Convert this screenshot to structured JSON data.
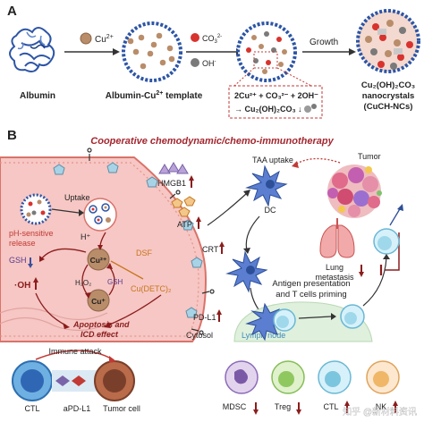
{
  "panelA": {
    "label": "A",
    "albumin": "Albumin",
    "cu": "Cu",
    "cu_sup": "2+",
    "template_prefix": "Albumin-Cu",
    "template_sup": "2+",
    "template_suffix": " template",
    "co3": "CO",
    "co3_sub": "3",
    "co3_sup": "2-",
    "oh": "OH",
    "oh_sup": "-",
    "growth": "Growth",
    "eq_line1": "2Cu²⁺ + CO₃²⁻ + 2OH⁻",
    "eq_line2": "→ Cu₂(OH)₂CO₃ ↓",
    "product_line1": "Cu₂(OH)₂CO₃",
    "product_line2": "nanocrystals",
    "product_line3": "(CuCH-NCs)"
  },
  "panelB": {
    "label": "B",
    "title": "Cooperative chemodynamic/chemo-immunotherapy",
    "uptake": "Uptake",
    "h_plus": "H⁺",
    "ph_release_1": "pH-sensitive",
    "ph_release_2": "release",
    "gsh": "GSH",
    "oh_radical": "·OH",
    "cu2": "Cu²⁺",
    "cu1": "Cu⁺",
    "h2o2": "H₂O₂",
    "gsh2": "GSH",
    "dsf": "DSF",
    "cudetc": "Cu(DETC)₂",
    "apoptosis_1": "Apoptosis and",
    "apoptosis_2": "ICD effect",
    "hmgb1": "HMGB1",
    "atp": "ATP",
    "crt": "CRT",
    "pdl1": "PD-L1",
    "cytosol": "Cytosol",
    "taa_uptake": "TAA uptake",
    "dc": "DC",
    "tumor": "Tumor",
    "lung_1": "Lung",
    "lung_2": "metastasis",
    "antigen_1": "Antigen presentation",
    "antigen_2": "and T cells priming",
    "lymph": "Lymph node",
    "immune_attack": "Immune attack",
    "ctl": "CTL",
    "apdl1": "aPD-L1",
    "tumor_cell": "Tumor cell",
    "mdsc": "MDSC",
    "treg": "Treg",
    "ctl2": "CTL",
    "nk": "NK",
    "watermark": "知乎 @新材料资讯"
  },
  "colors": {
    "albumin_blue": "#2d55a6",
    "cu_particle": "#b98d6a",
    "cell_pink": "#f6c7c4",
    "cell_membrane": "#d9736a",
    "title_red": "#a3272f",
    "arrow_dark_red": "#8b1d1d",
    "oh_gray": "#7a7a7a",
    "lymph_green": "#dff0dd"
  }
}
